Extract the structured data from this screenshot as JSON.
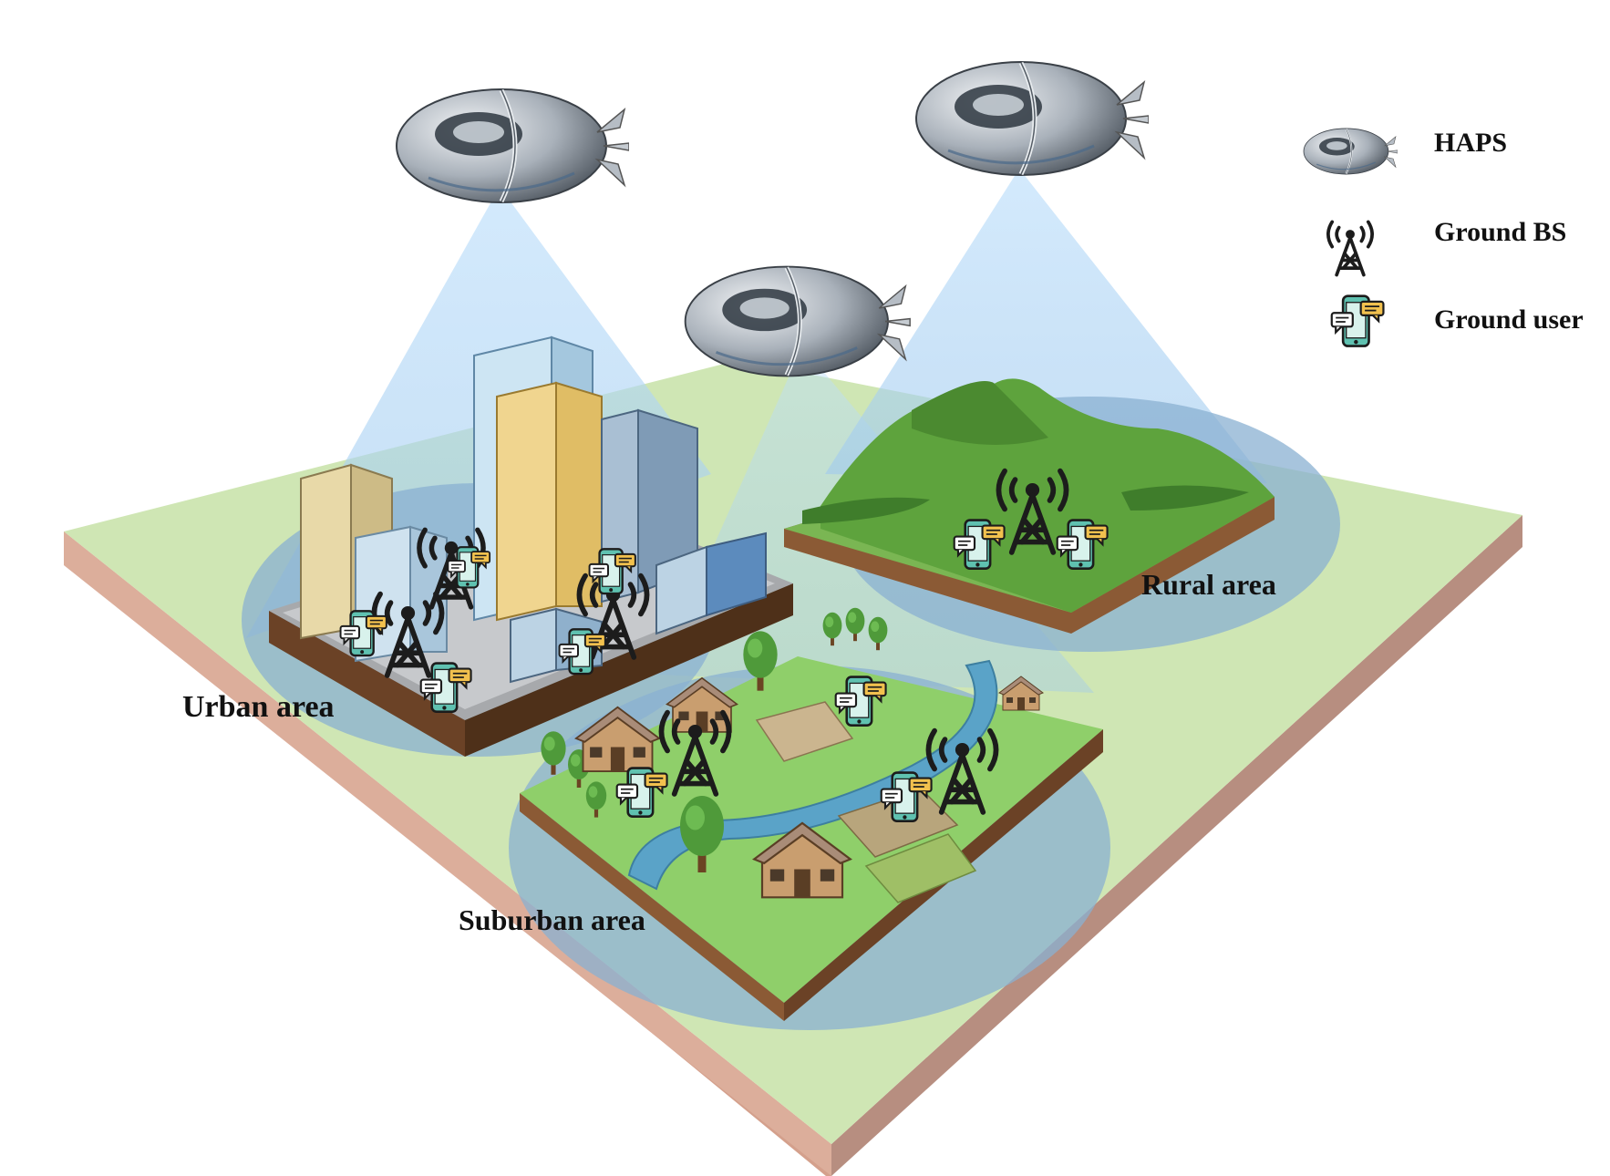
{
  "areas": {
    "urban": "Urban area",
    "suburban": "Suburban area",
    "rural": "Rural area"
  },
  "legend": {
    "haps": "HAPS",
    "ground_bs": "Ground BS",
    "ground_user": "Ground user"
  },
  "icons": {
    "haps": "airship-icon",
    "ground_bs": "antenna-tower-icon",
    "ground_user": "phone-chat-icon"
  },
  "colors": {
    "ground_top": "#cfe6b4",
    "ground_side": "#d9a896",
    "coverage": "#9fc9ee",
    "cell": "#8ab0d2",
    "grass": "#6fb24a",
    "soil": "#8b5a35"
  }
}
